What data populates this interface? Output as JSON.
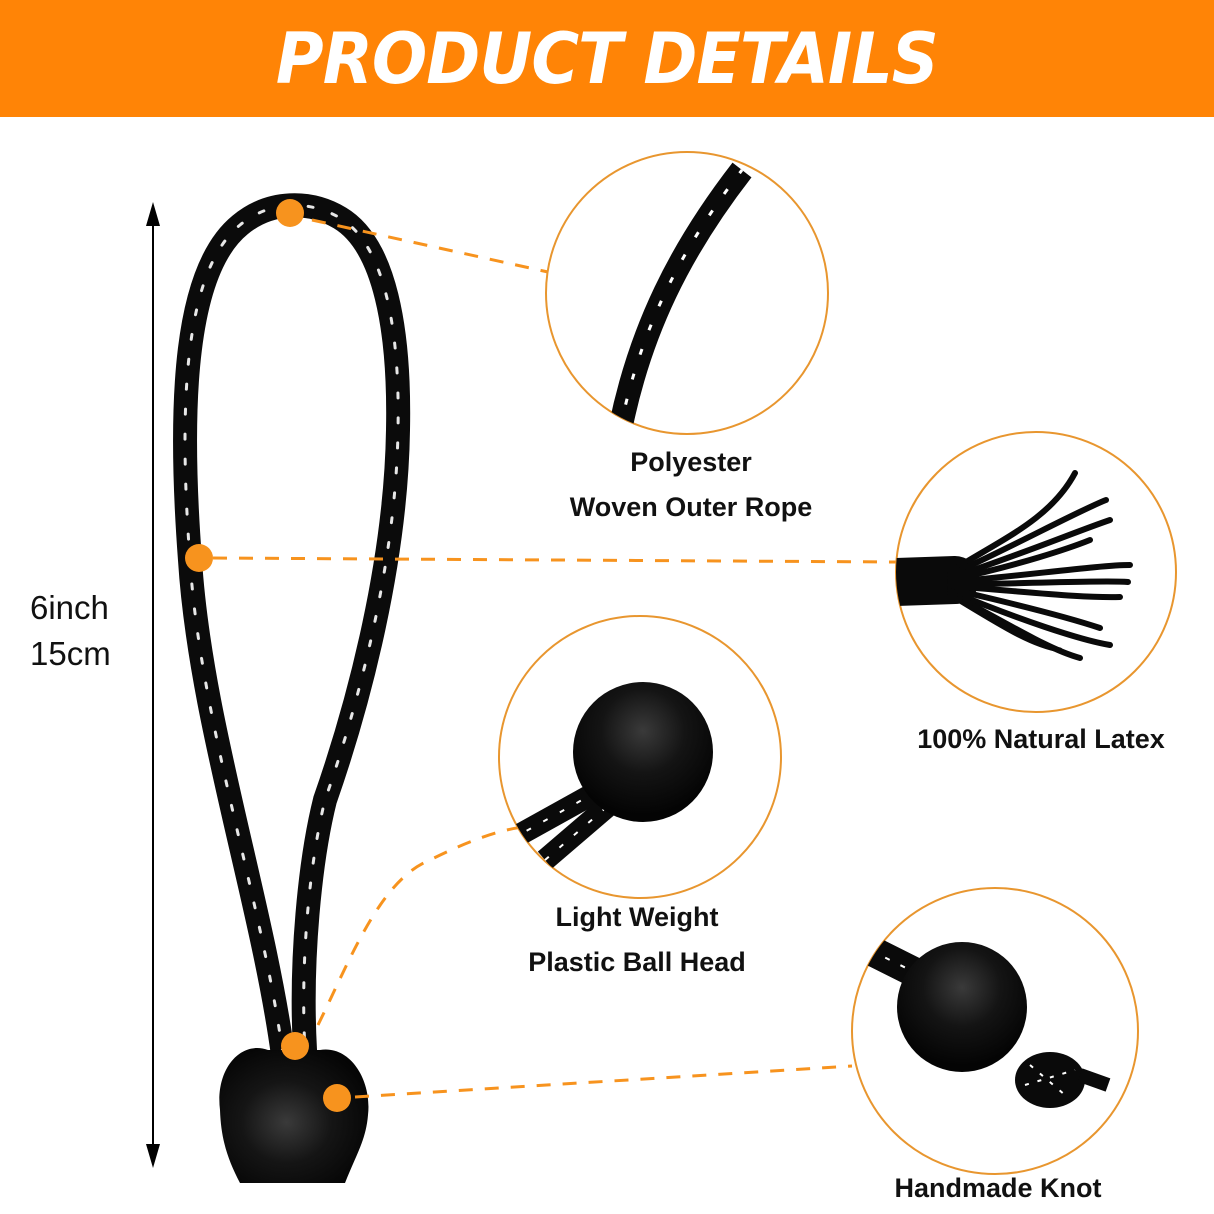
{
  "header": {
    "title": "PRODUCT DETAILS",
    "background_color": "#FF8406",
    "text_color": "#FFFFFF"
  },
  "dimension": {
    "inch": "6inch",
    "cm": "15cm",
    "arrow": "vertical-double-arrow-icon"
  },
  "accent_color": "#F7931E",
  "callouts": [
    {
      "id": "outer-rope",
      "line1": "Polyester",
      "line2": "Woven Outer Rope",
      "image": "cord-closeup"
    },
    {
      "id": "latex-core",
      "line1": "100% Natural Latex",
      "line2": "",
      "image": "latex-strands"
    },
    {
      "id": "ball-head",
      "line1": "Light Weight",
      "line2": "Plastic Ball Head",
      "image": "ball-head-closeup"
    },
    {
      "id": "knot",
      "line1": "Handmade Knot",
      "line2": "",
      "image": "knot-closeup"
    }
  ]
}
